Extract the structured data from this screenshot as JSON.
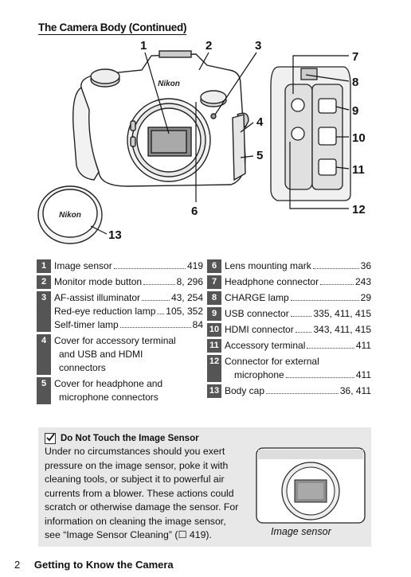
{
  "title": "The Camera Body (Continued)",
  "brand_on_body": "Nikon",
  "body_cap_text": "Nikon",
  "callouts": [
    "1",
    "2",
    "3",
    "4",
    "5",
    "6",
    "7",
    "8",
    "9",
    "10",
    "11",
    "12",
    "13"
  ],
  "parts": [
    {
      "num": "1",
      "lines": [
        {
          "label": "Image sensor",
          "page": "419"
        }
      ]
    },
    {
      "num": "2",
      "lines": [
        {
          "label": "Monitor mode button",
          "page": "8, 296"
        }
      ]
    },
    {
      "num": "3",
      "lines": [
        {
          "label": "AF-assist illuminator",
          "page": "43, 254"
        },
        {
          "label": "Red-eye reduction lamp",
          "page": "105, 352"
        },
        {
          "label": "Self-timer lamp",
          "page": "84"
        }
      ]
    },
    {
      "num": "4",
      "text": [
        "Cover for accessory terminal",
        "and USB and HDMI",
        "connectors"
      ]
    },
    {
      "num": "5",
      "text": [
        "Cover for headphone and",
        "microphone connectors"
      ]
    },
    {
      "num": "6",
      "lines": [
        {
          "label": "Lens mounting mark",
          "page": "36"
        }
      ]
    },
    {
      "num": "7",
      "lines": [
        {
          "label": "Headphone connector",
          "page": "243"
        }
      ]
    },
    {
      "num": "8",
      "lines": [
        {
          "label": "CHARGE lamp",
          "page": "29"
        }
      ]
    },
    {
      "num": "9",
      "lines": [
        {
          "label": "USB connector",
          "page": "335, 411, 415"
        }
      ]
    },
    {
      "num": "10",
      "lines": [
        {
          "label": "HDMI connector",
          "page": "343, 411, 415"
        }
      ]
    },
    {
      "num": "11",
      "lines": [
        {
          "label": "Accessory terminal",
          "page": "411"
        }
      ]
    },
    {
      "num": "12",
      "lines": [
        {
          "label": "Connector for external",
          "page": null
        },
        {
          "label": "microphone",
          "page": "411"
        }
      ]
    },
    {
      "num": "13",
      "lines": [
        {
          "label": "Body cap",
          "page": "36, 411"
        }
      ]
    }
  ],
  "caution": {
    "heading": "Do Not Touch the Image Sensor",
    "lines": [
      "Under no circumstances should you exert",
      "pressure on the image sensor, poke it with",
      "cleaning tools, or subject it to powerful air",
      "currents from a blower. These actions could",
      "scratch or otherwise damage the sensor. For",
      "information on cleaning the image sensor,",
      "see “Image Sensor Cleaning” (☐ 419)."
    ],
    "caption": "Image sensor"
  },
  "footer": {
    "page_number": "2",
    "section": "Getting to Know the Camera"
  }
}
